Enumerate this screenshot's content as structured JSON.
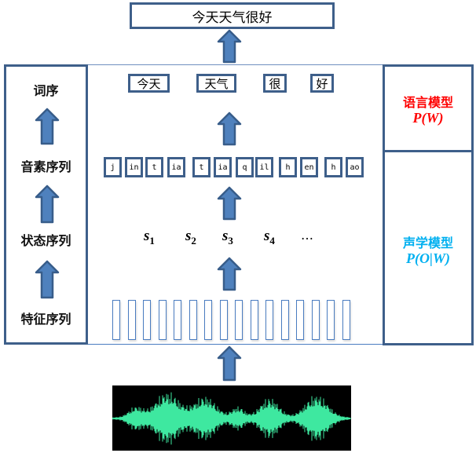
{
  "sentence": "今天天气很好",
  "left_labels": {
    "words": "词序",
    "phonemes": "音素序列",
    "states": "状态序列",
    "features": "特征序列"
  },
  "words": [
    "今天",
    "天气",
    "很",
    "好"
  ],
  "phonemes": [
    "j",
    "in",
    "t",
    "ia",
    "t",
    "ia",
    "q",
    "il",
    "h",
    "en",
    "h",
    "ao"
  ],
  "states": [
    {
      "s": "s",
      "i": "1"
    },
    {
      "s": "s",
      "i": "2"
    },
    {
      "s": "s",
      "i": "3"
    },
    {
      "s": "s",
      "i": "4"
    }
  ],
  "ellipsis": "…",
  "language_model": {
    "title": "语言模型",
    "formula": "P(W)",
    "color": "#ff0000"
  },
  "acoustic_model": {
    "title": "声学模型",
    "formula": "P(O|W)",
    "color": "#00b0f0"
  },
  "colors": {
    "arrow_fill": "#4f81bd",
    "arrow_border": "#385d8a",
    "waveform": "#3ee8a0"
  },
  "feature_frame_count": 16
}
